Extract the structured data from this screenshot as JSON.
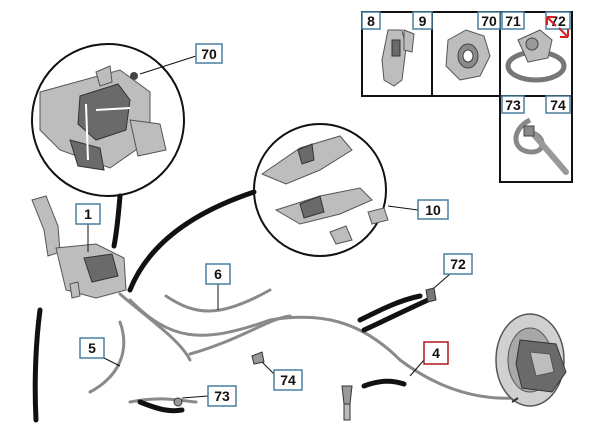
{
  "callouts": {
    "c1": "1",
    "c4": "4",
    "c5": "5",
    "c6": "6",
    "c10": "10",
    "c70_main": "70",
    "c72_main": "72",
    "c73_main": "73",
    "c74_main": "74"
  },
  "parts_panel": {
    "p8": "8",
    "p9": "9",
    "p70": "70",
    "p71": "71",
    "p72": "72",
    "p73": "73",
    "p74": "74"
  },
  "colors": {
    "callout_border": "#4a7fa0",
    "highlight_border": "#b01818",
    "expand_icon": "#d42020"
  },
  "icons": {
    "expand": "expand-arrows-icon"
  }
}
